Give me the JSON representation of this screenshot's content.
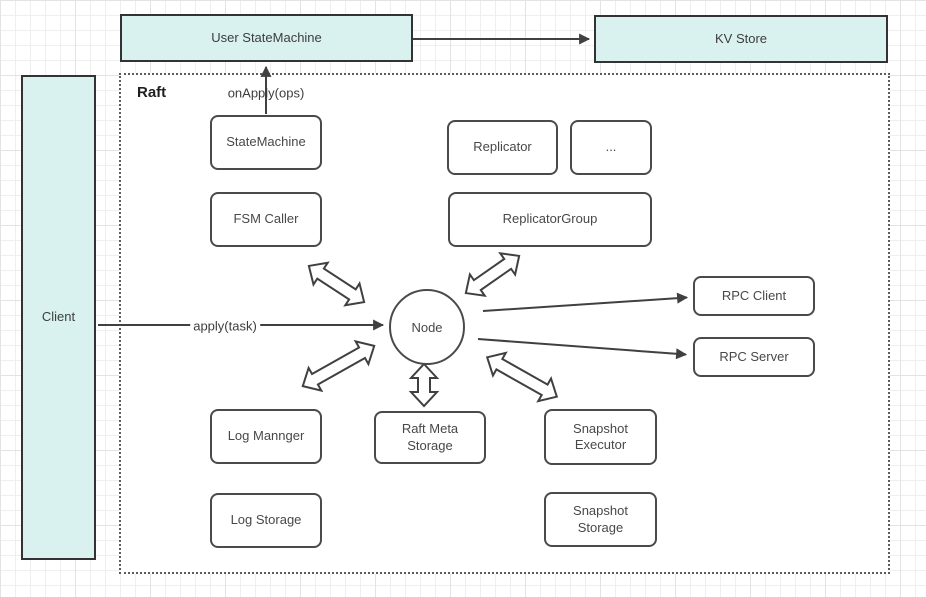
{
  "diagram": {
    "container_label": "Raft",
    "external": {
      "user_statemachine": "User StateMachine",
      "kv_store": "KV Store",
      "client": "Client"
    },
    "nodes": {
      "statemachine": "StateMachine",
      "fsm_caller": "FSM Caller",
      "replicator": "Replicator",
      "replicator_more": "...",
      "replicator_group": "ReplicatorGroup",
      "node": "Node",
      "rpc_client": "RPC Client",
      "rpc_server": "RPC Server",
      "log_manager": "Log Mannger",
      "log_storage": "Log Storage",
      "raft_meta_storage": "Raft Meta Storage",
      "snapshot_executor": "Snapshot Executor",
      "snapshot_storage": "Snapshot Storage"
    },
    "edge_labels": {
      "on_apply": "onApply(ops)",
      "apply": "apply(task)"
    },
    "colors": {
      "external_fill": "#d9f2f0",
      "external_border": "#333333",
      "shape_border": "#4a4a4a",
      "arrow": "#404040"
    }
  }
}
